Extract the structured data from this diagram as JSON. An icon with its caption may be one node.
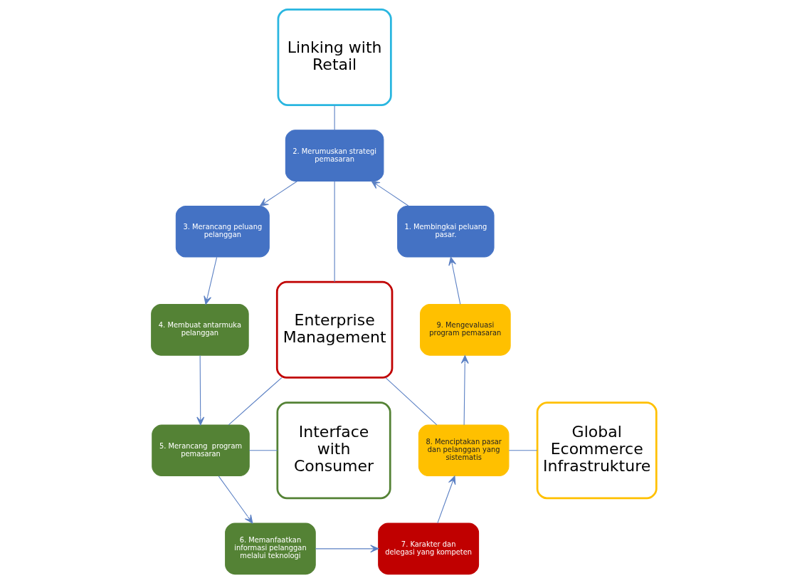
{
  "diagram": {
    "nodes": [
      {
        "text": [
          "Linking with Retail"
        ]
      },
      {
        "text": [
          "2. Merumuskan strategi pemasaran"
        ]
      },
      {
        "text": [
          "1. Membingkai peluang pasar."
        ]
      },
      {
        "text": [
          "3. Merancang peluang pelanggan"
        ]
      },
      {
        "text": [
          "9. Mengevaluasi program pemasaran"
        ]
      },
      {
        "text": [
          "Enterprise Management"
        ]
      },
      {
        "text": [
          "4. Membuat antarmuka pelanggan"
        ]
      },
      {
        "text": [
          "Global Ecommerce Infrastrukture"
        ]
      },
      {
        "text": [
          "8. Menciptakan pasar dan pelanggan yang sistematis"
        ]
      },
      {
        "text": [
          "5. Merancang  program pemasaran"
        ]
      },
      {
        "text": [
          "Interface with Consumer"
        ]
      },
      {
        "text": [
          "7. Karakter dan delegasi yang kompeten"
        ]
      },
      {
        "text": [
          "6. Memanfaatkan informasi pelanggan melalui teknologi"
        ]
      }
    ],
    "edges": [
      {
        "from": 2,
        "to": 1,
        "arrow": "to"
      },
      {
        "from": 1,
        "to": 3,
        "arrow": "to"
      },
      {
        "from": 3,
        "to": 6,
        "arrow": "to"
      },
      {
        "from": 6,
        "to": 9,
        "arrow": "to"
      },
      {
        "from": 9,
        "to": 12,
        "arrow": "to"
      },
      {
        "from": 12,
        "to": 11,
        "arrow": "to"
      },
      {
        "from": 11,
        "to": 8,
        "arrow": "to"
      },
      {
        "from": 8,
        "to": 4,
        "arrow": "to"
      },
      {
        "from": 4,
        "to": 2,
        "arrow": "to"
      },
      {
        "from": 0,
        "to": 1,
        "arrow": "none"
      },
      {
        "from": 1,
        "to": 5,
        "arrow": "none"
      },
      {
        "from": 5,
        "to": 8,
        "arrow": "none"
      },
      {
        "from": 5,
        "to": 9,
        "arrow": "none"
      },
      {
        "from": 9,
        "to": 10,
        "arrow": "none"
      },
      {
        "from": 8,
        "to": 7,
        "arrow": "none"
      }
    ]
  }
}
